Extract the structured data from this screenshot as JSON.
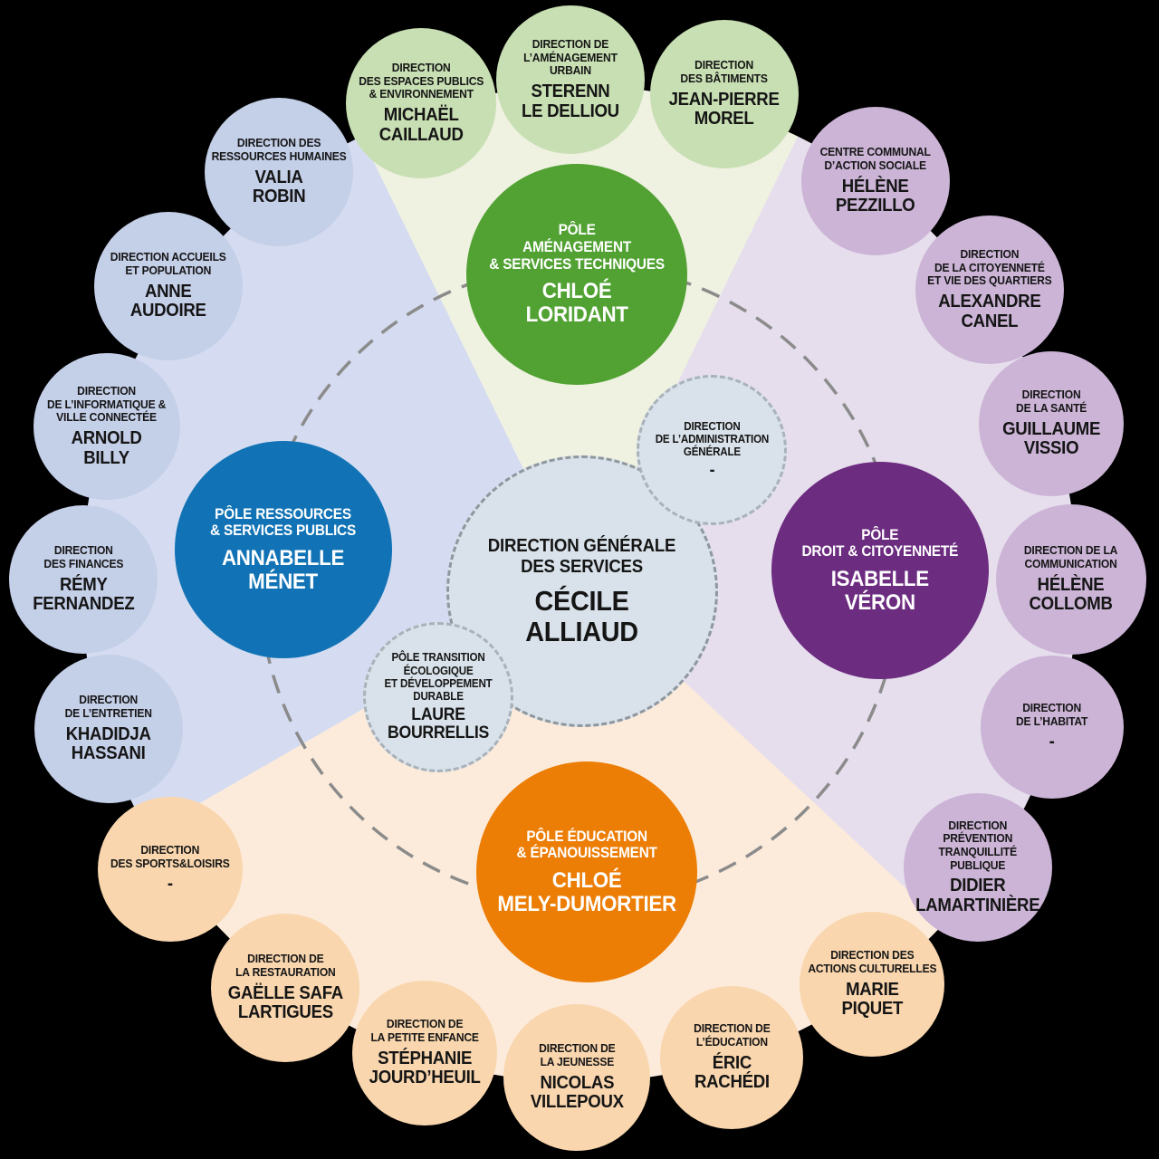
{
  "colors": {
    "background": "#000000",
    "pole_green": "#51A233",
    "pole_blue": "#1173B5",
    "pole_purple": "#6C2C80",
    "pole_orange": "#EC7D05",
    "sat_green": "#C8DFB3",
    "sat_blue": "#C4CFE8",
    "sat_purple": "#CBB4D6",
    "sat_orange": "#F9D6AE",
    "wedge_green": "#EFF1E1",
    "wedge_blue": "#D5DCF1",
    "wedge_purple": "#E6DEED",
    "wedge_orange": "#FCEBDB",
    "neutral_circle": "#D9E2EA",
    "dash_ring": "#8B8B8B",
    "text_dark": "#151515",
    "text_light": "#FFFFFF"
  },
  "circles": {
    "center": {
      "title": "DIRECTION GÉNÉRALE\nDES SERVICES",
      "name": "CÉCILE\nALLIAUD"
    },
    "pole_amenagement": {
      "title": "PÔLE\nAMÉNAGEMENT\n& SERVICES TECHNIQUES",
      "name": "CHLOÉ\nLORIDANT"
    },
    "pole_ressources": {
      "title": "PÔLE RESSOURCES\n& SERVICES PUBLICS",
      "name": "ANNABELLE\nMÉNET"
    },
    "pole_droit": {
      "title": "PÔLE\nDROIT & CITOYENNETÉ",
      "name": "ISABELLE\nVÉRON"
    },
    "pole_education": {
      "title": "PÔLE ÉDUCATION\n& ÉPANOUISSEMENT",
      "name": "CHLOÉ\nMELY-DUMORTIER"
    },
    "admin": {
      "title": "DIRECTION\nDE L’ADMINISTRATION\nGÉNÉRALE",
      "name": "-"
    },
    "transition": {
      "title": "PÔLE TRANSITION\nÉCOLOGIQUE\nET DÉVELOPPEMENT\nDURABLE",
      "name": "LAURE\nBOURRELLIS"
    },
    "caillaud": {
      "title": "DIRECTION\nDES ESPACES PUBLICS\n& ENVIRONNEMENT",
      "name": "MICHAËL\nCAILLAUD"
    },
    "sterenn": {
      "title": "DIRECTION DE\nL’AMÉNAGEMENT\nURBAIN",
      "name": "STERENN\nLE DELLIOU"
    },
    "morel": {
      "title": "DIRECTION\nDES BÂTIMENTS",
      "name": "JEAN-PIERRE\nMOREL"
    },
    "pezzillo": {
      "title": "CENTRE COMMUNAL\nD’ACTION SOCIALE",
      "name": "HÉLÈNE\nPEZZILLO"
    },
    "canel": {
      "title": "DIRECTION\nDE LA CITOYENNETÉ\nET VIE DES QUARTIERS",
      "name": "ALEXANDRE\nCANEL"
    },
    "vissio": {
      "title": "DIRECTION\nDE LA SANTÉ",
      "name": "GUILLAUME\nVISSIO"
    },
    "collomb": {
      "title": "DIRECTION DE LA\nCOMMUNICATION",
      "name": "HÉLÈNE\nCOLLOMB"
    },
    "habitat": {
      "title": "DIRECTION\nDE L’HABITAT",
      "name": "-"
    },
    "didier": {
      "title": "DIRECTION\nPRÉVENTION\nTRANQUILLITÉ\nPUBLIQUE",
      "name": "DIDIER\nLAMARTINIÈRE"
    },
    "valia": {
      "title": "DIRECTION DES\nRESSOURCES HUMAINES",
      "name": "VALIA\nROBIN"
    },
    "anne": {
      "title": "DIRECTION ACCUEILS\nET POPULATION",
      "name": "ANNE\nAUDOIRE"
    },
    "arnold": {
      "title": "DIRECTION\nDE L’INFORMATIQUE &\nVILLE CONNECTÉE",
      "name": "ARNOLD\nBILLY"
    },
    "remy": {
      "title": "DIRECTION\nDES FINANCES",
      "name": "RÉMY\nFERNANDEZ"
    },
    "khadidja": {
      "title": "DIRECTION\nDE L’ENTRETIEN",
      "name": "KHADIDJA\nHASSANI"
    },
    "sports": {
      "title": "DIRECTION\nDES SPORTS&LOISIRS",
      "name": "-"
    },
    "gaelle": {
      "title": "DIRECTION DE\nLA RESTAURATION",
      "name": "GAËLLE SAFA\nLARTIGUES"
    },
    "stephanie": {
      "title": "DIRECTION DE\nLA PETITE ENFANCE",
      "name": "STÉPHANIE\nJOURD’HEUIL"
    },
    "nicolas": {
      "title": "DIRECTION DE\nLA JEUNESSE",
      "name": "NICOLAS\nVILLEPOUX"
    },
    "eric": {
      "title": "DIRECTION DE\nL’ÉDUCATION",
      "name": "ÉRIC\nRACHÉDI"
    },
    "marie": {
      "title": "DIRECTION DES\nACTIONS CULTURELLES",
      "name": "MARIE\nPIQUET"
    }
  }
}
